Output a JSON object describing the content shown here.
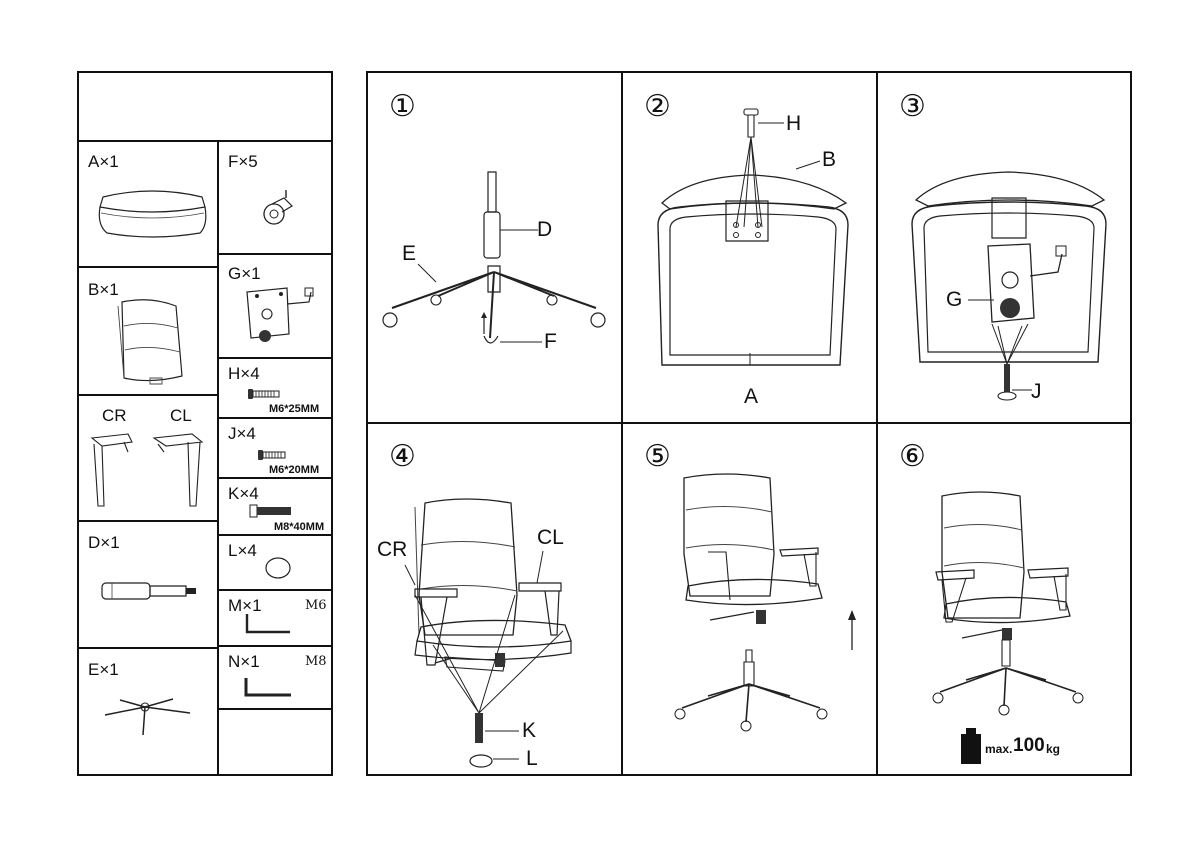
{
  "parts": {
    "A": "A×1",
    "B": "B×1",
    "CR": "CR",
    "CL": "CL",
    "D": "D×1",
    "E": "E×1",
    "F": "F×5",
    "G": "G×1",
    "H": "H×4",
    "H_spec": "M6*25MM",
    "J": "J×4",
    "J_spec": "M6*20MM",
    "K": "K×4",
    "K_spec": "M8*40MM",
    "L": "L×4",
    "M": "M×1",
    "M_spec": "M6",
    "N": "N×1",
    "N_spec": "M8"
  },
  "steps": {
    "s1": {
      "num": "①",
      "labels": {
        "D": "D",
        "E": "E",
        "F": "F"
      }
    },
    "s2": {
      "num": "②",
      "labels": {
        "H": "H",
        "B": "B",
        "A": "A"
      }
    },
    "s3": {
      "num": "③",
      "labels": {
        "G": "G",
        "J": "J"
      }
    },
    "s4": {
      "num": "④",
      "labels": {
        "CR": "CR",
        "CL": "CL",
        "K": "K",
        "L": "L"
      }
    },
    "s5": {
      "num": "⑤"
    },
    "s6": {
      "num": "⑥",
      "max_prefix": "max.",
      "max_value": "100",
      "max_unit": "kg"
    }
  }
}
